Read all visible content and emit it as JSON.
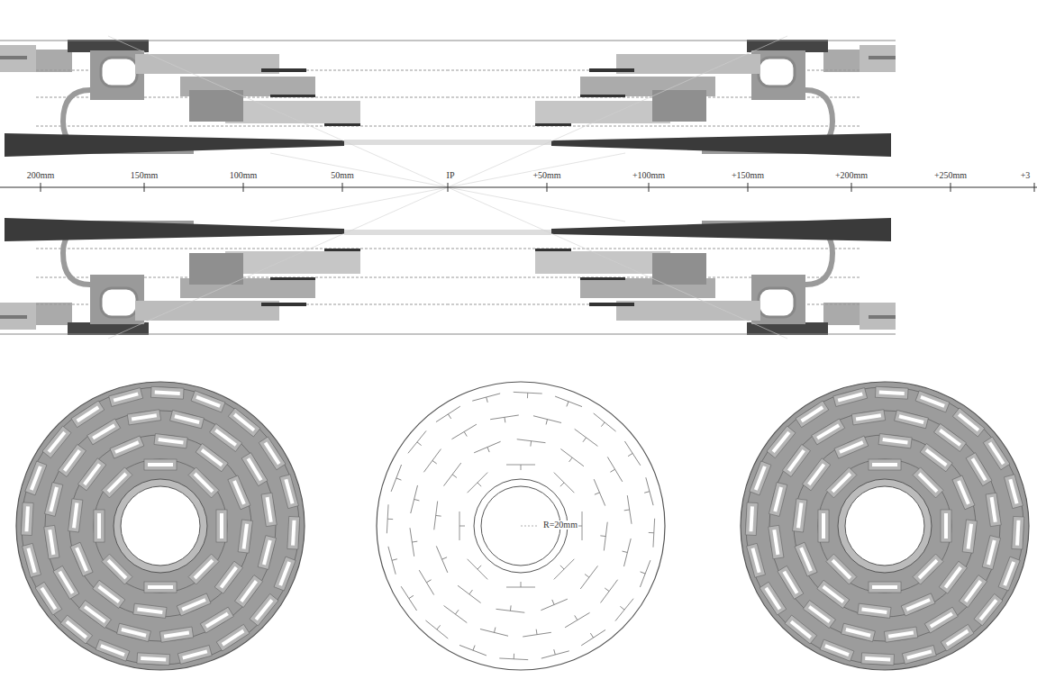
{
  "diagram": {
    "labels": [
      "200mm",
      "150mm",
      "100mm",
      "50mm",
      "IP",
      "+50mm",
      "+100mm",
      "+150mm",
      "+200mm",
      "+250mm",
      "+3",
      "R=20mm"
    ]
  }
}
